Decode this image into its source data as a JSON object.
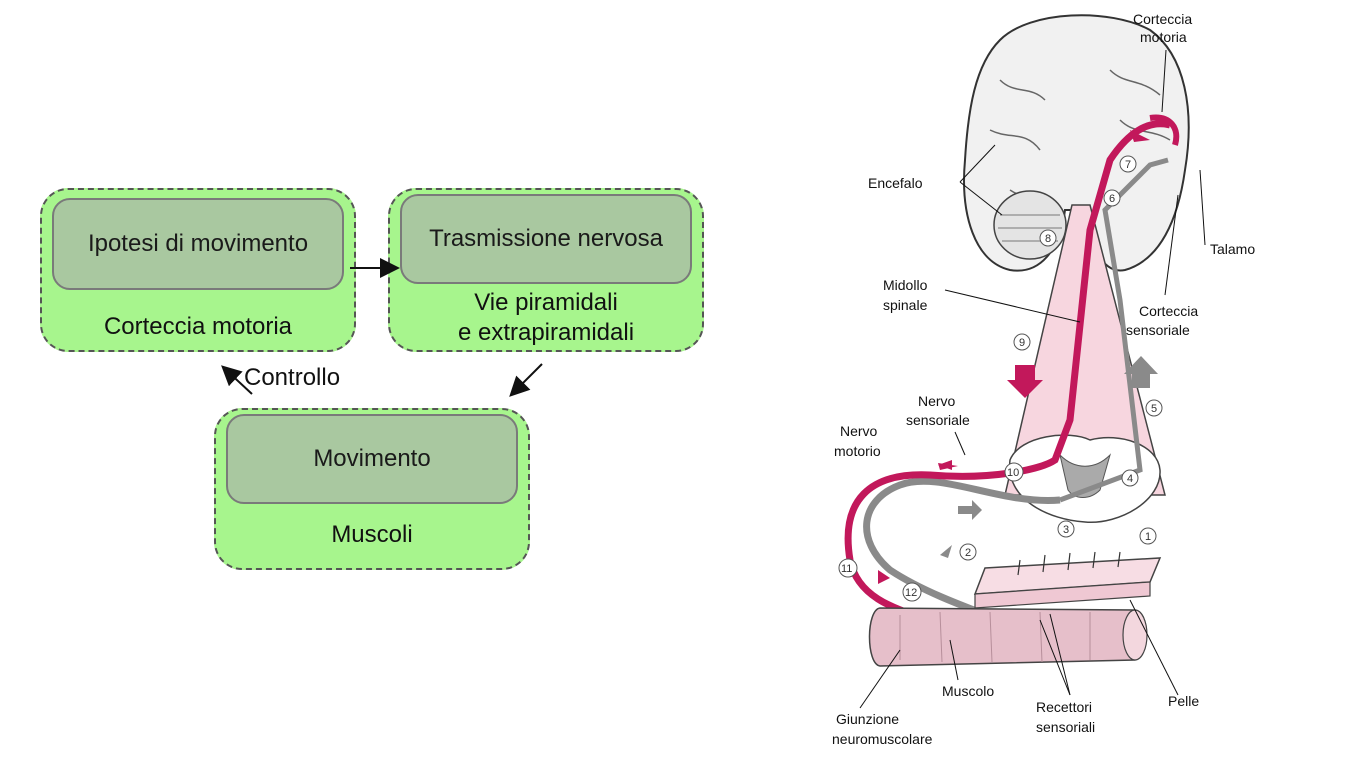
{
  "flowchart": {
    "box_motor_cortex": {
      "inner": "Ipotesi di movimento",
      "caption": "Corteccia motoria"
    },
    "box_transmission": {
      "inner": "Trasmissione nervosa",
      "caption_line1": "Vie piramidali",
      "caption_line2": "e extrapiramidali"
    },
    "box_muscles": {
      "inner": "Movimento",
      "caption": "Muscoli"
    },
    "feedback_label": "Controllo"
  },
  "illustration": {
    "labels": {
      "motor_cortex": [
        "Corteccia",
        "motoria"
      ],
      "encephalon": "Encefalo",
      "thalamus": "Talamo",
      "spinal_cord": [
        "Midollo",
        "spinale"
      ],
      "sensory_cortex": [
        "Corteccia",
        "sensoriale"
      ],
      "sensory_nerve": [
        "Nervo",
        "sensoriale"
      ],
      "motor_nerve": [
        "Nervo",
        "motorio"
      ],
      "neuromuscular_junction": [
        "Giunzione",
        "neuromuscolare"
      ],
      "muscle": "Muscolo",
      "sensory_receptors": [
        "Recettori",
        "sensoriali"
      ],
      "skin": "Pelle"
    },
    "step_numbers": [
      "1",
      "2",
      "3",
      "4",
      "5",
      "6",
      "7",
      "8",
      "9",
      "10",
      "11",
      "12"
    ],
    "colors": {
      "motor_path": "#c2185b",
      "sensory_path": "#8a8a8a",
      "cord_fill": "#f7d6df",
      "box_fill": "#a7f58d"
    }
  }
}
